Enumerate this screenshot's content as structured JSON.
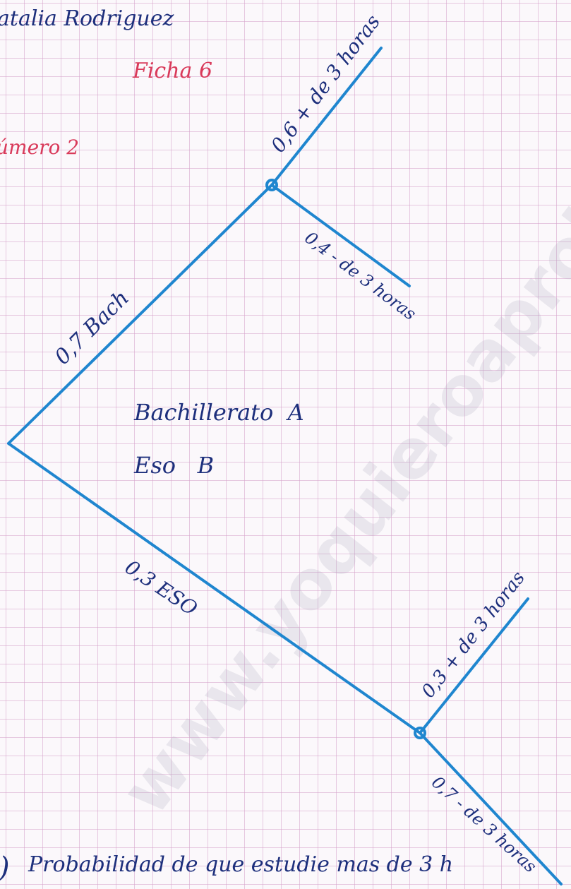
{
  "header": {
    "student_name": "atalia Rodriguez",
    "sheet_title": "Ficha 6",
    "exercise_number": "úmero 2"
  },
  "tree": {
    "root_branches": [
      {
        "label": "0,7 Bach"
      },
      {
        "label": "0,3 ESO"
      }
    ],
    "bach_branches": [
      {
        "label": "0,6 + de 3 horas"
      },
      {
        "label": "0,4 - de 3 horas"
      }
    ],
    "eso_branches": [
      {
        "label": "0,3 + de 3 horas"
      },
      {
        "label": "0,7 - de 3 horas"
      }
    ]
  },
  "legend": {
    "line_a": "Bachillerato  A",
    "line_b": "Eso   B"
  },
  "question": {
    "marker": ")",
    "text": "Probabilidad de que estudie mas de 3 h"
  },
  "watermark": {
    "text": "www.yoquieroaprobar.es"
  },
  "colors": {
    "paper": "#fbf8fb",
    "grid": "#d6a0ca",
    "branch_ink": "#1f86cf",
    "label_ink": "#1d2f7c",
    "title_ink": "#d93a5a"
  }
}
